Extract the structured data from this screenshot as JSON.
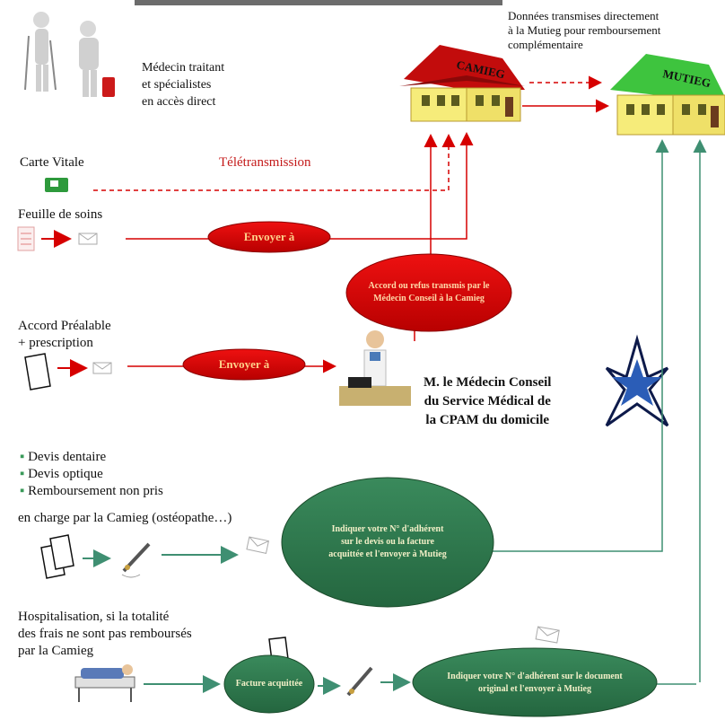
{
  "header": {
    "mutieg_note": [
      "Données transmises directement",
      "à la Mutieg pour remboursement",
      "complémentaire"
    ]
  },
  "houses": {
    "camieg_label": "CAMIEG",
    "mutieg_label": "MUTIEG"
  },
  "intro": {
    "doctors_text": [
      "Médecin traitant",
      "et spécialistes",
      "en accès direct"
    ]
  },
  "rows": {
    "carte_vitale": "Carte Vitale",
    "teletransmission": "Télétransmission",
    "feuille_de_soins": "Feuille de soins",
    "envoyer_a_1": "Envoyer à",
    "accord_refus": "Accord ou refus transmis par le Médecin Conseil à la Camieg",
    "accord_prealable": [
      "Accord Préalable",
      "+ prescription"
    ],
    "envoyer_a_2": "Envoyer à",
    "medecin_conseil": [
      "M. le Médecin Conseil",
      "du Service Médical de",
      "la CPAM du domicile"
    ],
    "devis_list": [
      "Devis dentaire",
      "Devis optique",
      "Remboursement non pris"
    ],
    "devis_extra": "en charge par la Camieg (ostéopathe…)",
    "indiquer_1": "Indiquer votre N° d'adhérent sur le devis ou la facture acquittée et l'envoyer à Mutieg",
    "hospitalisation": [
      "Hospitalisation, si la totalité",
      "des frais ne sont pas remboursés",
      "par la Camieg"
    ],
    "facture_acquittee": "Facture acquittée",
    "indiquer_2": "Indiquer votre N° d'adhérent sur le document original et l'envoyer à Mutieg"
  },
  "colors": {
    "red": "#d60000",
    "dark_red_ellipse": "#cc0000",
    "green_ellipse": "#2e7a4e",
    "green_line": "#3f8f72",
    "camieg_roof": "#c20c0c",
    "mutieg_roof": "#3ec43e",
    "house_wall": "#f6ec7a",
    "star_blue": "#2b5db7"
  }
}
